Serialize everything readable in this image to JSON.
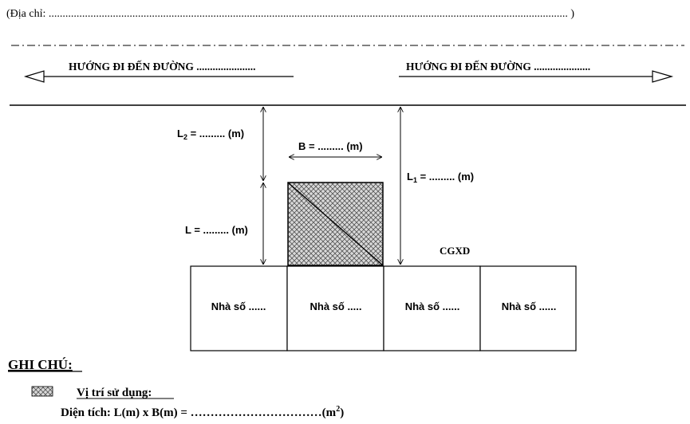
{
  "address": {
    "label": "(Địa chỉ: ",
    "dots": "..........................................................................................................................................................................................",
    "close": " )"
  },
  "directions": {
    "left": "HƯỚNG ĐI ĐẾN ĐƯỜNG ......................",
    "right": "HƯỚNG ĐI ĐẾN ĐƯỜNG ....................."
  },
  "dimensions": {
    "l2": {
      "var": "L",
      "sub": "2",
      "text": " = ......... (m)"
    },
    "b": {
      "text": "B = ......... (m)"
    },
    "l1": {
      "var": "L",
      "sub": "1",
      "text": " = ......... (m)"
    },
    "l": {
      "text": "L = ......... (m)"
    }
  },
  "cgxd": "CGXD",
  "houses": [
    "Nhà số ......",
    "Nhà số .....",
    "Nhà số ......",
    "Nhà số ......"
  ],
  "notes": {
    "title": "GHI CHÚ:",
    "usage": "Vị trí sử dụng:",
    "area_prefix": "Diện tích: L(m) x B(m) = ……………………………(m",
    "area_sup": "2",
    "area_suffix": ")"
  }
}
